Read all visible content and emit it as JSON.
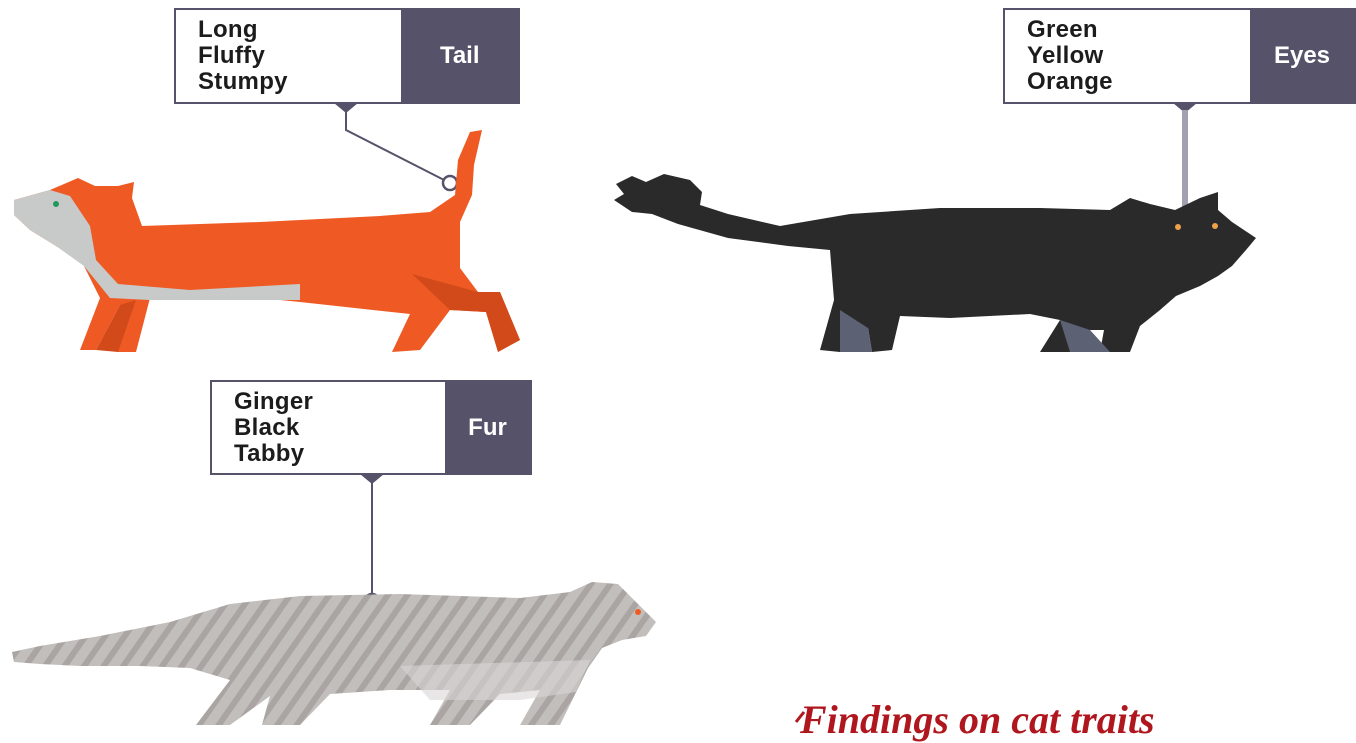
{
  "callouts": {
    "tail": {
      "options": [
        "Long",
        "Fluffy",
        "Stumpy"
      ],
      "trait": "Tail"
    },
    "eyes": {
      "options": [
        "Green",
        "Yellow",
        "Orange"
      ],
      "trait": "Eyes"
    },
    "fur": {
      "options": [
        "Ginger",
        "Black",
        "Tabby"
      ],
      "trait": "Fur"
    }
  },
  "footer_text": "Findings on cat traits",
  "colors": {
    "label_dark": "#56526a",
    "ginger_cat": "#ef5a24",
    "black_cat": "#2a2a2a",
    "tabby_cat": "#b8b4b2",
    "footer": "#b0161e"
  }
}
